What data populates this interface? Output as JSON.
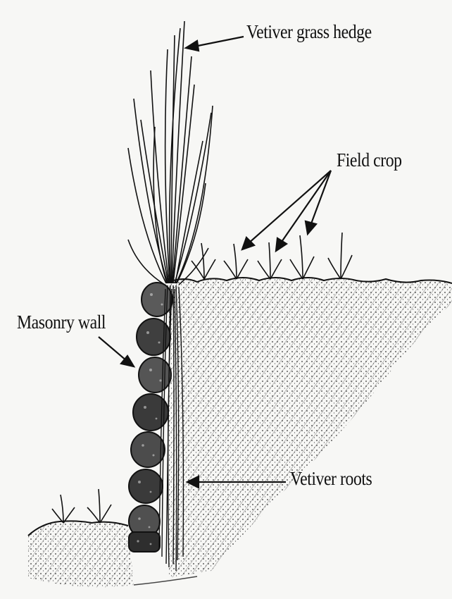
{
  "diagram": {
    "labels": {
      "vetiver_hedge": "Vetiver grass hedge",
      "field_crop": "Field crop",
      "masonry_wall": "Masonry wall",
      "vetiver_roots": "Vetiver roots"
    },
    "colors": {
      "ink": "#111111",
      "background": "#f7f7f5",
      "soil_fill": "#d9d9d4",
      "stone_fill": "#3a3a3a"
    }
  }
}
